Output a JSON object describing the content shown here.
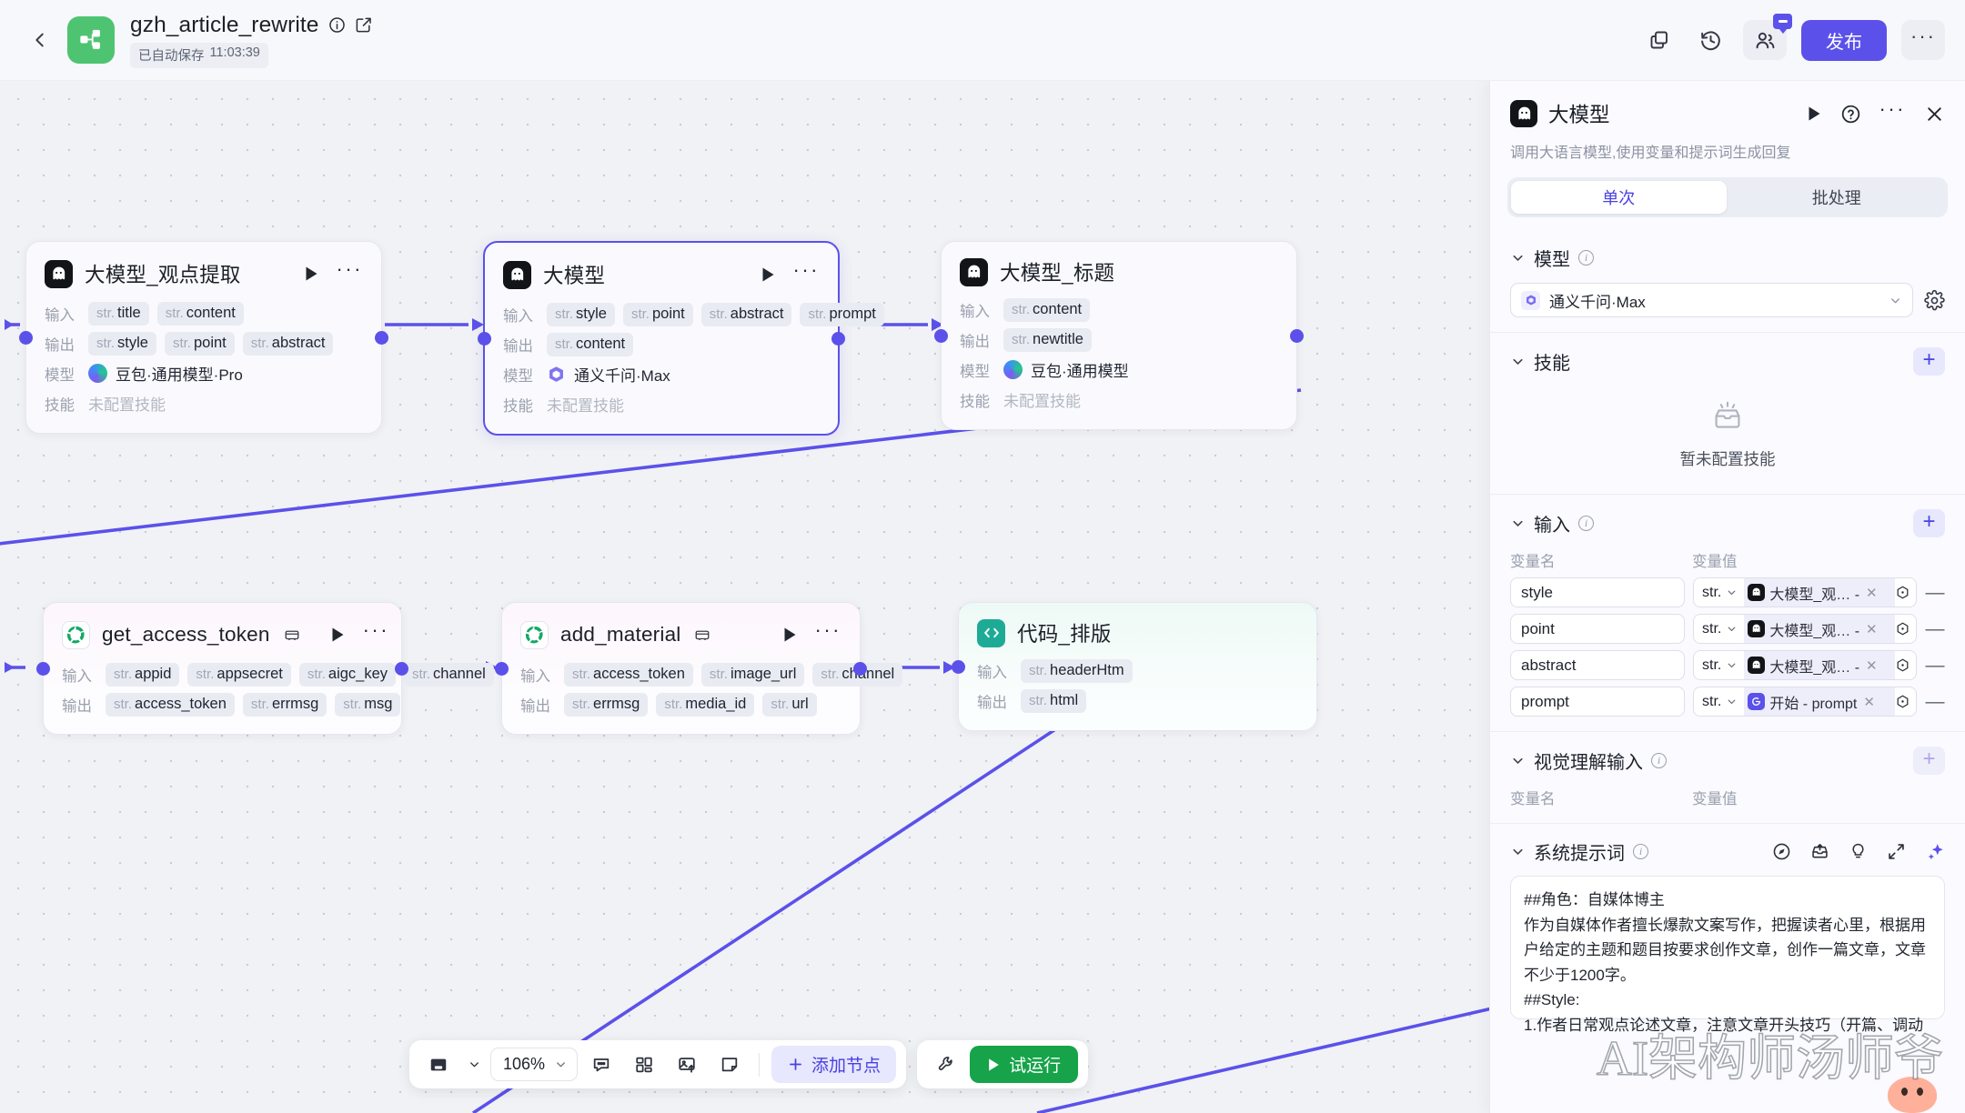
{
  "topbar": {
    "back_icon": "chevron-left-icon",
    "logo_icon": "workflow-logo-icon",
    "title": "gzh_article_rewrite",
    "info_icon": "info-circle-icon",
    "edit_icon": "edit-square-icon",
    "autosave_label": "已自动保存",
    "autosave_time": "11:03:39",
    "copy_icon": "duplicate-icon",
    "history_icon": "history-clock-icon",
    "collaborators_icon": "collaborators-icon",
    "publish_label": "发布",
    "more_icon": "more-horizontal-icon"
  },
  "canvas": {
    "nodes": [
      {
        "id": "llm_viewpoint",
        "icon": "llm-ghost-icon",
        "title": "大模型_观点提取",
        "input_label": "输入",
        "inputs": [
          "title",
          "content"
        ],
        "output_label": "输出",
        "outputs": [
          "style",
          "point",
          "abstract"
        ],
        "model_label": "模型",
        "model": "豆包·通用模型·Pro",
        "skill_label": "技能",
        "skill": "未配置技能",
        "type_prefix": "str."
      },
      {
        "id": "llm_main",
        "icon": "llm-ghost-icon",
        "title": "大模型",
        "input_label": "输入",
        "inputs": [
          "style",
          "point",
          "abstract",
          "prompt"
        ],
        "output_label": "输出",
        "outputs": [
          "content"
        ],
        "model_label": "模型",
        "model": "通义千问·Max",
        "skill_label": "技能",
        "skill": "未配置技能",
        "type_prefix": "str."
      },
      {
        "id": "llm_title",
        "icon": "llm-ghost-icon",
        "title": "大模型_标题",
        "input_label": "输入",
        "inputs": [
          "content"
        ],
        "output_label": "输出",
        "outputs": [
          "newtitle"
        ],
        "model_label": "模型",
        "model": "豆包·通用模型",
        "skill_label": "技能",
        "skill": "未配置技能",
        "type_prefix": "str."
      },
      {
        "id": "get_access_token",
        "icon": "plugin-icon",
        "title": "get_access_token",
        "badge_icon": "plugin-badge-icon",
        "input_label": "输入",
        "inputs": [
          "appid",
          "appsecret",
          "aigc_key",
          "channel"
        ],
        "output_label": "输出",
        "outputs": [
          "access_token",
          "errmsg",
          "msg"
        ],
        "type_prefix": "str."
      },
      {
        "id": "add_material",
        "icon": "plugin-icon",
        "title": "add_material",
        "badge_icon": "plugin-badge-icon",
        "input_label": "输入",
        "inputs": [
          "access_token",
          "image_url",
          "channel"
        ],
        "output_label": "输出",
        "outputs": [
          "errmsg",
          "media_id",
          "url"
        ],
        "type_prefix": "str."
      },
      {
        "id": "code_layout",
        "icon": "code-icon",
        "title": "代码_排版",
        "input_label": "输入",
        "inputs": [
          "headerHtm"
        ],
        "output_label": "输出",
        "outputs": [
          "html"
        ],
        "type_prefix": "str."
      }
    ]
  },
  "bottombar": {
    "fit_icon": "fit-screen-icon",
    "fit_caret_icon": "chevron-down-icon",
    "zoom_value": "106%",
    "zoom_caret_icon": "chevron-down-icon",
    "comment_icon": "comment-icon",
    "grid_icon": "grid-layout-icon",
    "image_icon": "image-upload-icon",
    "note_icon": "sticky-note-icon",
    "add_node_icon": "plus-icon",
    "add_node_label": "添加节点",
    "wrench_icon": "wrench-icon",
    "run_icon": "play-icon",
    "run_label": "试运行"
  },
  "panel": {
    "icon": "llm-ghost-icon",
    "title": "大模型",
    "run_icon": "play-icon",
    "help_icon": "help-circle-icon",
    "more_icon": "more-horizontal-icon",
    "close_icon": "close-icon",
    "description": "调用大语言模型,使用变量和提示词生成回复",
    "tabs": [
      {
        "label": "单次",
        "active": true
      },
      {
        "label": "批处理",
        "active": false
      }
    ],
    "model_section": {
      "caret_icon": "chevron-down-icon",
      "title": "模型",
      "info_icon": "info-circle-icon",
      "selected": "通义千问·Max",
      "model_icon": "qwen-icon",
      "select_caret_icon": "chevron-down-icon",
      "settings_icon": "gear-icon"
    },
    "skill_section": {
      "caret_icon": "chevron-down-icon",
      "title": "技能",
      "add_icon": "plus-icon",
      "empty_icon": "empty-box-icon",
      "empty_text": "暂未配置技能"
    },
    "input_section": {
      "caret_icon": "chevron-down-icon",
      "title": "输入",
      "info_icon": "info-circle-icon",
      "add_icon": "plus-icon",
      "col_name": "变量名",
      "col_value": "变量值",
      "type_label": "str.",
      "rows": [
        {
          "name": "style",
          "type": "str.",
          "ref": "大模型_观… -",
          "ref_icon": "llm-ghost-icon"
        },
        {
          "name": "point",
          "type": "str.",
          "ref": "大模型_观… -",
          "ref_icon": "llm-ghost-icon"
        },
        {
          "name": "abstract",
          "type": "str.",
          "ref": "大模型_观… -",
          "ref_icon": "llm-ghost-icon"
        },
        {
          "name": "prompt",
          "type": "str.",
          "ref": "开始 - prompt",
          "ref_icon": "start-icon"
        }
      ]
    },
    "vision_section": {
      "caret_icon": "chevron-down-icon",
      "title": "视觉理解输入",
      "info_icon": "info-circle-icon",
      "add_icon": "plus-icon",
      "col_name": "变量名",
      "col_value": "变量值"
    },
    "system_prompt_section": {
      "caret_icon": "chevron-down-icon",
      "title": "系统提示词",
      "info_icon": "info-circle-icon",
      "compass_icon": "compass-icon",
      "library_icon": "prompt-library-icon",
      "bulb_icon": "lightbulb-icon",
      "expand_icon": "expand-icon",
      "magic_icon": "magic-sparkle-icon",
      "text": "##角色：自媒体博主\n作为自媒体作者擅长爆款文案写作，把握读者心里，根据用户给定的主题和题目按要求创作文章，创作一篇文章，文章不少于1200字。\n##Style:\n1.作者日常观点论述文章，注意文章开头技巧（开篇、调动"
    }
  },
  "watermark": {
    "text": "AI架构师汤师爷"
  },
  "colors": {
    "accent": "#5b51ea",
    "edge": "#5b51ea",
    "run_green": "#16a34a",
    "logo_green": "#4ec472",
    "canvas_bg": "#f1f2f5"
  }
}
